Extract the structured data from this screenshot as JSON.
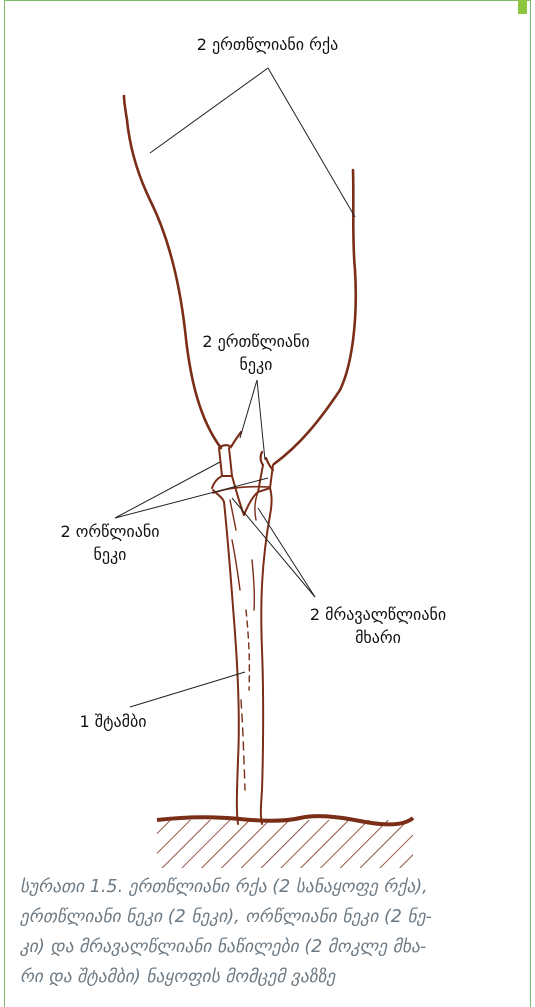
{
  "colors": {
    "frame": "#7dbb6a",
    "accent": "#8cc63f",
    "vine": "#7a2e17",
    "caption": "#6d7a84"
  },
  "labels": {
    "annual_canes": "2 ერთწლიანი რქა",
    "annual_spurs": [
      "2 ერთწლიანი",
      "ნეკი"
    ],
    "biennial_spurs": [
      "2 ორწლიანი",
      "ნეკი"
    ],
    "perennial_arms": [
      "2 მრავალწლიანი",
      "მხარი"
    ],
    "trunk": "1 შტამბი"
  },
  "caption": [
    "სურათი 1.5. ერთწლიანი რქა (2 სანაყოფე რქა),",
    "ერთწლიანი ნეკი (2 ნეკი), ორწლიანი ნეკი (2 ნე-",
    "კი)  და მრავალწლიანი ნაწილები (2 მოკლე მხა-",
    "რი და შტამბი) ნაყოფის მომცემ ვაზზე"
  ]
}
